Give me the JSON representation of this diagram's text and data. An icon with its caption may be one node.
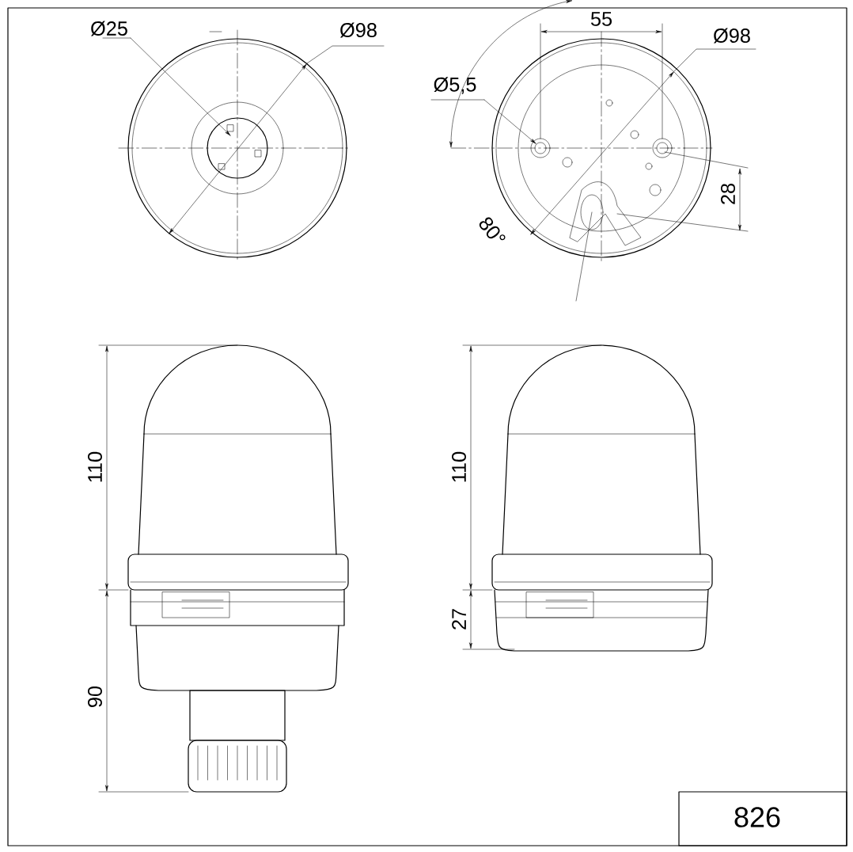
{
  "diagram": {
    "labels": [
      "Ø25",
      "Ø98",
      "55",
      "Ø98",
      "Ø5,5",
      "28",
      "80°",
      "110",
      "110",
      "27",
      "90",
      "826"
    ]
  }
}
